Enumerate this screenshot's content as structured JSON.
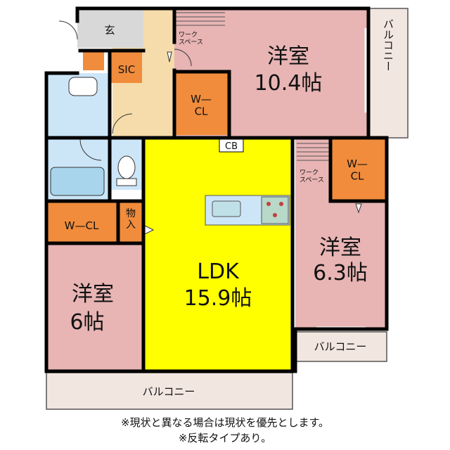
{
  "rooms": {
    "genkan": "玄",
    "sic": "SIC",
    "master_work": "ワーク\nスペース",
    "master_title": "洋室",
    "master_size": "10.4帖",
    "master_wcl": "W—\nCL",
    "cb": "CB",
    "east_work": "ワーク\nスペース",
    "east_wcl": "W—\nCL",
    "east_title": "洋室",
    "east_size": "6.3帖",
    "ldk_title": "LDK",
    "ldk_size": "15.9帖",
    "west_wcl": "W—CL",
    "storage": "物\n入",
    "west_title": "洋室",
    "west_size": "6帖"
  },
  "balconies": {
    "right": "バルコニー",
    "middle": "バルコニー",
    "bottom": "バルコニー"
  },
  "notes": {
    "line1": "※現状と異なる場合は現状を優先とします。",
    "line2": "※反転タイプあり。"
  },
  "colors": {
    "bedroom": "#e8b4b4",
    "ldk": "#ffff00",
    "closet": "#f08c3c",
    "corridor": "#f5dcaa",
    "wet": "#cce6f8",
    "genkan": "#d8d8d8",
    "balcony": "#f2e6e0",
    "wall": "#000000"
  }
}
